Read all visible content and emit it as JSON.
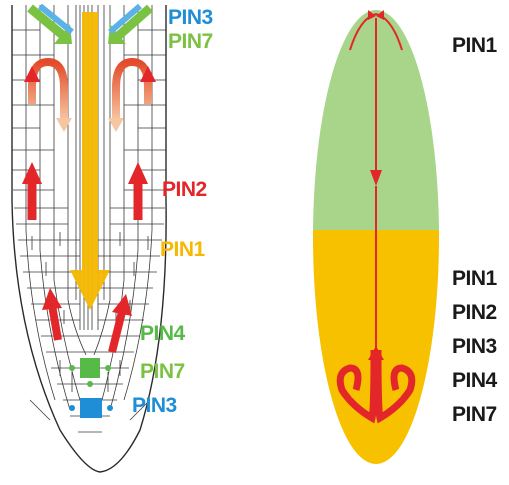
{
  "left_panel": {
    "labels": {
      "pin3_top": "PIN3",
      "pin7_top": "PIN7",
      "pin2": "PIN2",
      "pin1": "PIN1",
      "pin4": "PIN4",
      "pin7_bottom": "PIN7",
      "pin3_bottom": "PIN3"
    }
  },
  "right_panel": {
    "top_label": "PIN1",
    "bottom_labels": [
      "PIN1",
      "PIN2",
      "PIN3",
      "PIN4",
      "PIN7"
    ]
  },
  "colors": {
    "pin1": "#f6b800",
    "pin2": "#e3262a",
    "pin3": "#1f8ed6",
    "pin4": "#57b947",
    "pin7": "#7cc242",
    "embryo_top": "#a8d58a",
    "embryo_bottom": "#f7c100",
    "outline": "#2a2a2a",
    "label_dark": "#1a1a1a"
  }
}
